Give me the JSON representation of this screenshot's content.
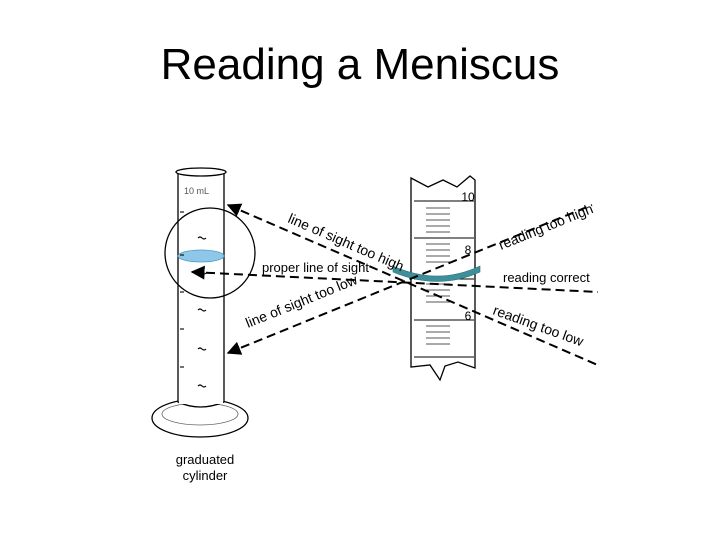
{
  "slide": {
    "title": "Reading a Meniscus"
  },
  "cylinder": {
    "capacity_label": "10 mL",
    "caption_line1": "graduated",
    "caption_line2": "cylinder"
  },
  "scale": {
    "labels": [
      "10",
      "8",
      "6"
    ]
  },
  "sightlines": {
    "too_high": "line of sight too high",
    "proper": "proper line of sight",
    "too_low": "line of sight too low"
  },
  "readings": {
    "too_high": "reading too high",
    "correct": "reading correct",
    "too_low": "reading too low"
  },
  "colors": {
    "liquid": "#8fc7e8",
    "meniscus": "#3e8f99",
    "ink": "#000000"
  }
}
